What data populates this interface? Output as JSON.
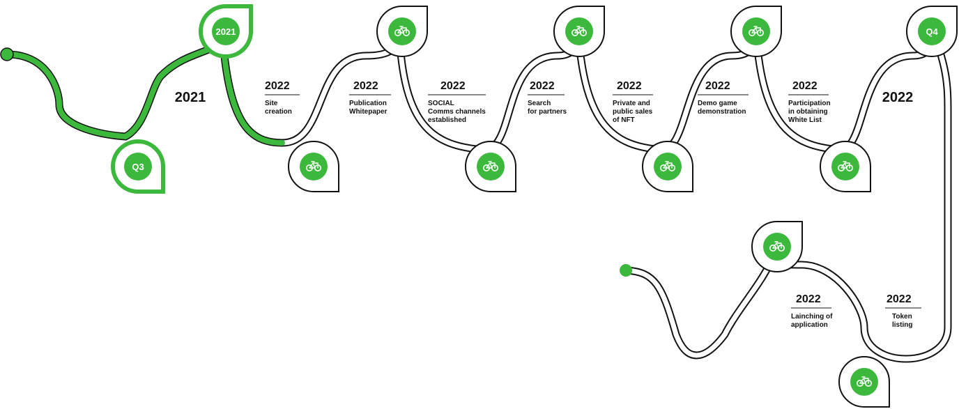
{
  "colors": {
    "accent": "#3cb93c",
    "ink": "#111111",
    "outline": "#111111",
    "background": "#ffffff"
  },
  "year_labels": {
    "left": "2021",
    "right": "2022"
  },
  "nodes": {
    "start_quarter": "Q3",
    "top_year": "2021",
    "end_quarter": "Q4"
  },
  "node_icon": "bicycle-icon",
  "milestones": [
    {
      "year": "2022",
      "text": [
        "Site",
        "creation"
      ],
      "done": true
    },
    {
      "year": "2022",
      "text": [
        "Publication",
        "Whitepaper"
      ],
      "done": false
    },
    {
      "year": "2022",
      "text": [
        "SOCIAL",
        "Comms channels",
        "established"
      ],
      "done": false
    },
    {
      "year": "2022",
      "text": [
        "Search",
        "for partners"
      ],
      "done": false
    },
    {
      "year": "2022",
      "text": [
        "Private and",
        "public sales",
        "of NFT"
      ],
      "done": false
    },
    {
      "year": "2022",
      "text": [
        "Demo game",
        "demonstration"
      ],
      "done": false
    },
    {
      "year": "2022",
      "text": [
        "Participation",
        "in obtaining",
        "White List"
      ],
      "done": false
    },
    {
      "year": "2022",
      "text": [
        "Token",
        "listing"
      ],
      "done": false
    },
    {
      "year": "2022",
      "text": [
        "Lainching of",
        "application"
      ],
      "done": false
    }
  ]
}
